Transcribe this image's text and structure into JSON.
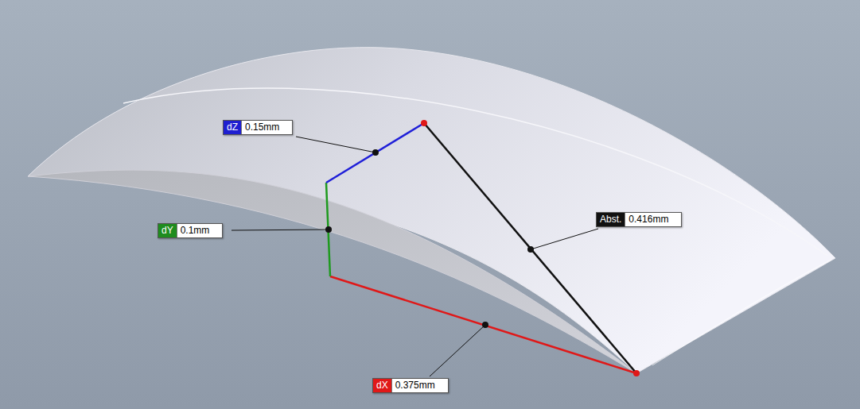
{
  "diagram": {
    "nodes": [
      {
        "text": [
          "dZ",
          "0.15mm"
        ]
      },
      {
        "text": [
          "dY",
          "0.1mm"
        ]
      },
      {
        "text": [
          "Abst.",
          "0.416mm"
        ]
      },
      {
        "text": [
          "dX",
          "0.375mm"
        ]
      }
    ]
  }
}
